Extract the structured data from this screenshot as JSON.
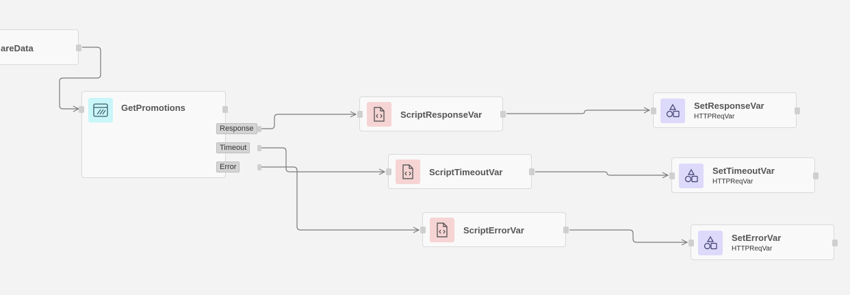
{
  "nodes": {
    "prepare_data": {
      "title": "areData",
      "icon": "none"
    },
    "get_promotions": {
      "title": "GetPromotions",
      "icon": "api-window-icon"
    },
    "script_response": {
      "title": "ScriptResponseVar",
      "icon": "script-file-icon"
    },
    "script_timeout": {
      "title": "ScriptTimeoutVar",
      "icon": "script-file-icon"
    },
    "script_error": {
      "title": "ScriptErrorVar",
      "icon": "script-file-icon"
    },
    "set_response": {
      "title": "SetResponseVar",
      "subtitle": "HTTPReqVar",
      "icon": "shapes-icon"
    },
    "set_timeout": {
      "title": "SetTimeoutVar",
      "subtitle": "HTTPReqVar",
      "icon": "shapes-icon"
    },
    "set_error": {
      "title": "SetErrorVar",
      "subtitle": "HTTPReqVar",
      "icon": "shapes-icon"
    }
  },
  "outputs": {
    "response": "Response",
    "timeout": "Timeout",
    "error": "Error"
  },
  "colors": {
    "canvas": "#f3f3f3",
    "script_icon_bg": "#f6d4d4",
    "set_icon_bg": "#ddd9fb",
    "api_icon_bg": "#c9f6f8",
    "edge": "#7a7a7a"
  }
}
